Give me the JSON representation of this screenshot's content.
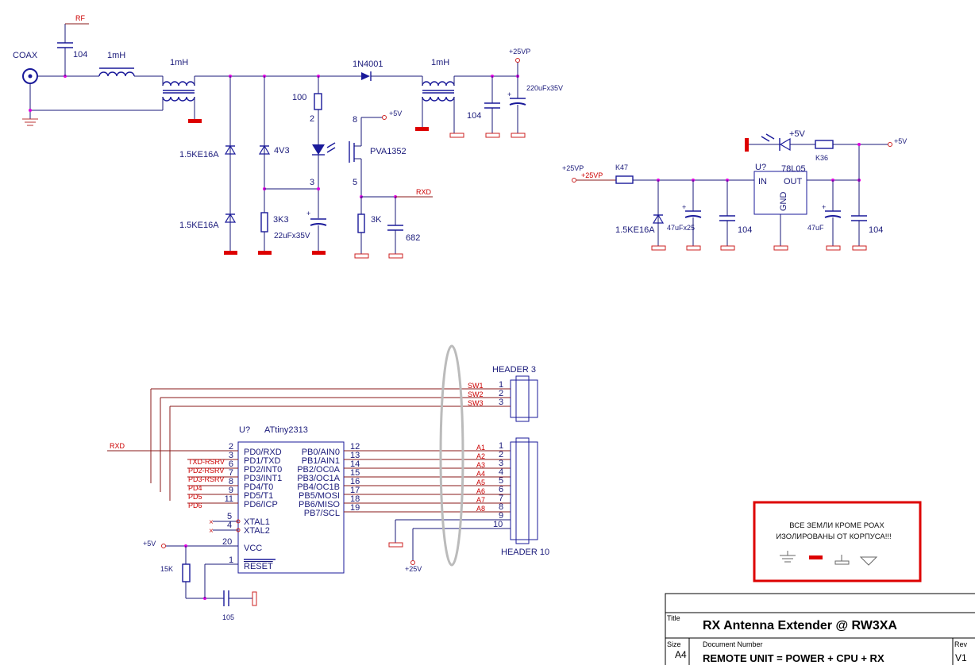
{
  "power_section": {
    "coax_label": "COAX",
    "rf_label": "RF",
    "cap_104a": "104",
    "ind_1mh_a": "1mH",
    "ind_1mh_b": "1mH",
    "ind_1mh_c": "1mH",
    "diode_1n4001": "1N4001",
    "tvs_a": "1.5KE16A",
    "tvs_b": "1.5KE16A",
    "zener_4v3": "4V3",
    "res_100": "100",
    "res_3k3": "3K3",
    "cap_22u": "22uFx35V",
    "relay": "PVA1352",
    "plus5v_a": "+5V",
    "res_3k": "3K",
    "cap_682": "682",
    "rxd_a": "RXD",
    "net_25vp": "+25VP",
    "cap_220u": "220uFx35V",
    "cap_104b": "104",
    "pin_2": "2",
    "pin_8": "8",
    "pin_3": "3",
    "pin_5": "5"
  },
  "regulator_section": {
    "net_25vp_a": "+25VP",
    "net_25vp_b": "+25VP",
    "res_k47": "K47",
    "tvs_c": "1.5KE16A",
    "cap_47u25": "47uFx25",
    "cap_104c": "104",
    "reg_ref": "U?",
    "reg_part": "78L05",
    "reg_in": "IN",
    "reg_out": "OUT",
    "reg_gnd": "GND",
    "cap_47u": "47uF",
    "cap_104d": "104",
    "led_5v": "+5V",
    "res_k36": "K36",
    "out_5v": "+5V"
  },
  "mcu_section": {
    "ref": "U?",
    "part": "ATtiny2313",
    "left_pins": [
      {
        "num": "2",
        "name": "PD0/RXD",
        "net": ""
      },
      {
        "num": "3",
        "name": "PD1/TXD",
        "net": "TXD-RSRV"
      },
      {
        "num": "6",
        "name": "PD2/INT0",
        "net": "PD2-RSRV"
      },
      {
        "num": "7",
        "name": "PD3/INT1",
        "net": "PD3-RSRV"
      },
      {
        "num": "8",
        "name": "PD4/T0",
        "net": "PD4"
      },
      {
        "num": "9",
        "name": "PD5/T1",
        "net": "PD5"
      },
      {
        "num": "11",
        "name": "PD6/ICP",
        "net": "PD6"
      }
    ],
    "right_pins": [
      {
        "num": "12",
        "name": "PB0/AIN0",
        "net": "A1"
      },
      {
        "num": "13",
        "name": "PB1/AIN1",
        "net": "A2"
      },
      {
        "num": "14",
        "name": "PB2/OC0A",
        "net": "A3"
      },
      {
        "num": "15",
        "name": "PB3/OC1A",
        "net": "A4"
      },
      {
        "num": "16",
        "name": "PB4/OC1B",
        "net": "A5"
      },
      {
        "num": "17",
        "name": "PB5/MOSI",
        "net": "A6"
      },
      {
        "num": "18",
        "name": "PB6/MISO",
        "net": "A7"
      },
      {
        "num": "19",
        "name": "PB7/SCL",
        "net": "A8"
      }
    ],
    "xtal1": {
      "num": "5",
      "name": "XTAL1"
    },
    "xtal2": {
      "num": "4",
      "name": "XTAL2"
    },
    "vcc": {
      "num": "20",
      "name": "VCC"
    },
    "reset": {
      "num": "1",
      "name": "RESET"
    },
    "rxd_net": "RXD",
    "plus5v": "+5V",
    "res_15k": "15K",
    "cap_105": "105",
    "plus25v": "+25V"
  },
  "header3": {
    "title": "HEADER 3",
    "pins": [
      {
        "num": "1",
        "net": "SW1"
      },
      {
        "num": "2",
        "net": "SW2"
      },
      {
        "num": "3",
        "net": "SW3"
      }
    ]
  },
  "header10": {
    "title": "HEADER 10",
    "pins": [
      "1",
      "2",
      "3",
      "4",
      "5",
      "6",
      "7",
      "8",
      "9",
      "10"
    ]
  },
  "note": {
    "line1": "ВСЕ ЗЕМЛИ КРОМЕ РОАХ",
    "line2": "ИЗОЛИРОВАНЫ ОТ КОРПУСА!!!"
  },
  "title_block": {
    "title_caption": "Title",
    "title": "RX Antenna Extender @ RW3XA",
    "size_caption": "Size",
    "size": "A4",
    "docnum_caption": "Document  Number",
    "docnum": "REMOTE UNIT = POWER + CPU + RX",
    "rev_caption": "Rev",
    "rev": "V1"
  },
  "colors": {
    "wire": "#1a1a7a",
    "net_label": "#cc0000",
    "ground": "#dd0000",
    "junction": "#e000e0",
    "note_border": "#dd0000"
  }
}
